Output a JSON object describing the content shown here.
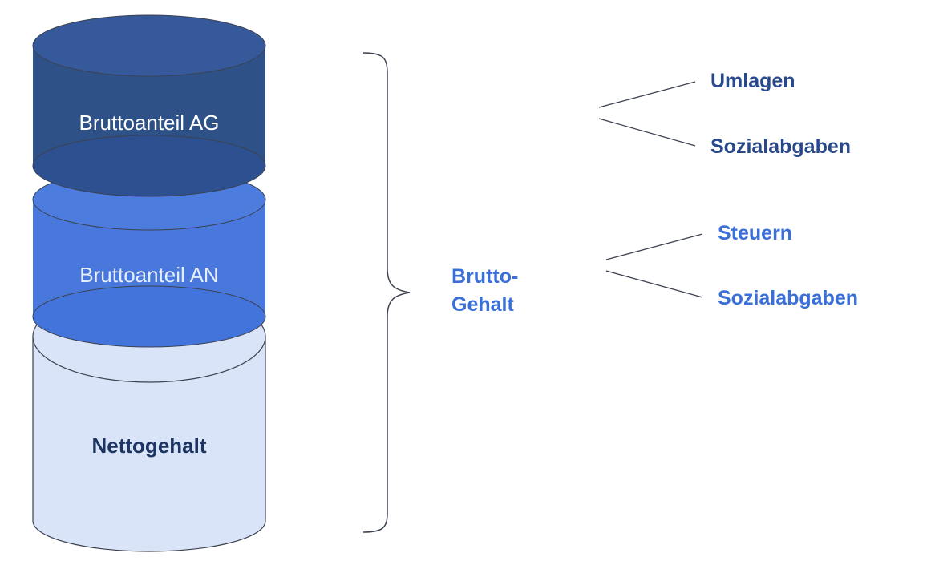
{
  "diagram": {
    "segments": {
      "ag_label": "Bruttoanteil AG",
      "an_label": "Bruttoanteil AN",
      "net_label": "Nettogehalt"
    },
    "brace_label": {
      "line1": "Brutto-",
      "line2": "Gehalt"
    },
    "branches_ag": {
      "top": "Umlagen",
      "bottom": "Sozialabgaben"
    },
    "branches_an": {
      "top": "Steuern",
      "bottom": "Sozialabgaben"
    }
  },
  "colors": {
    "ag_fill": "#2e5188",
    "ag_top": "#35599a",
    "an_fill": "#4878dc",
    "net_fill": "#d9e4f9",
    "outline": "#3c4250",
    "dark_text": "#27488a",
    "accent_text": "#3a6fd8",
    "net_text": "#1d3561"
  }
}
